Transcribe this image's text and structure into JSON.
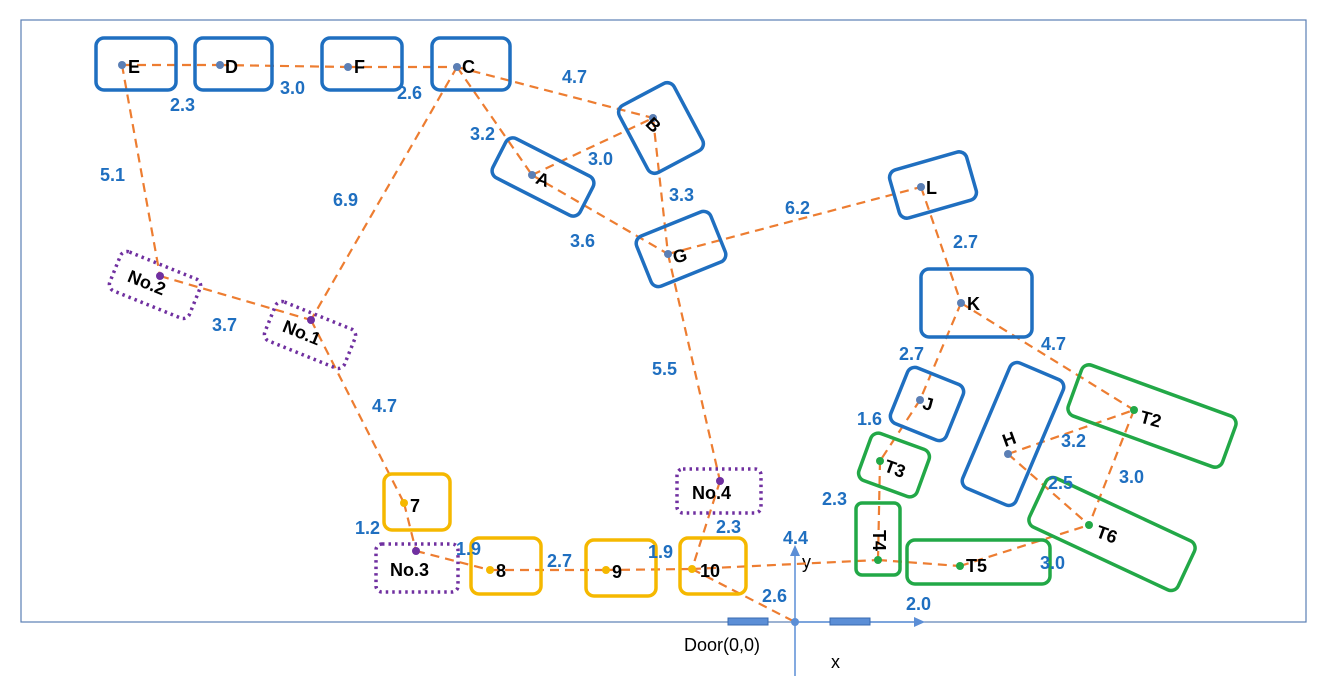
{
  "colors": {
    "blue": "#1f6fc0",
    "green": "#22a847",
    "yellow": "#f5b800",
    "purple": "#7030a0",
    "edge": "#ed7d31",
    "dist_text": "#1f6fc0",
    "axis": "#5b8ed6",
    "frame": "#5b7fb5"
  },
  "nodes": {
    "E": "E",
    "D": "D",
    "F": "F",
    "C": "C",
    "A": "A",
    "B": "B",
    "G": "G",
    "L": "L",
    "K": "K",
    "J": "J",
    "H": "H",
    "T2": "T2",
    "T3": "T3",
    "T4": "T4",
    "T5": "T5",
    "T6": "T6",
    "n7": "7",
    "n8": "8",
    "n9": "9",
    "n10": "10",
    "No1": "No.1",
    "No2": "No.2",
    "No3": "No.3",
    "No4": "No.4"
  },
  "edges": {
    "E_D": "2.3",
    "D_F": "3.0",
    "F_C": "2.6",
    "C_B": "4.7",
    "C_A": "3.2",
    "A_B": "3.0",
    "B_G": "3.3",
    "A_G": "3.6",
    "G_L": "6.2",
    "E_No2": "5.1",
    "C_No1": "6.9",
    "No2_No1": "3.7",
    "No1_7": "4.7",
    "L_K": "2.7",
    "K_J": "2.7",
    "K_T2": "4.7",
    "G_No4": "5.5",
    "J_T3": "1.6",
    "H_T2": "3.2",
    "H_T6": "2.5",
    "T2_T6": "3.0",
    "T3_T4": "2.3",
    "T5_T6": "3.0",
    "7_No3": "1.2",
    "No3_8": "1.9",
    "8_9": "2.7",
    "9_10": "1.9",
    "No4_10": "2.3",
    "10_door": "2.6",
    "10_T4": "4.4",
    "door_T5": "2.0"
  },
  "axes": {
    "door_label": "Door(0,0)",
    "x_label": "x",
    "y_label": "y"
  }
}
